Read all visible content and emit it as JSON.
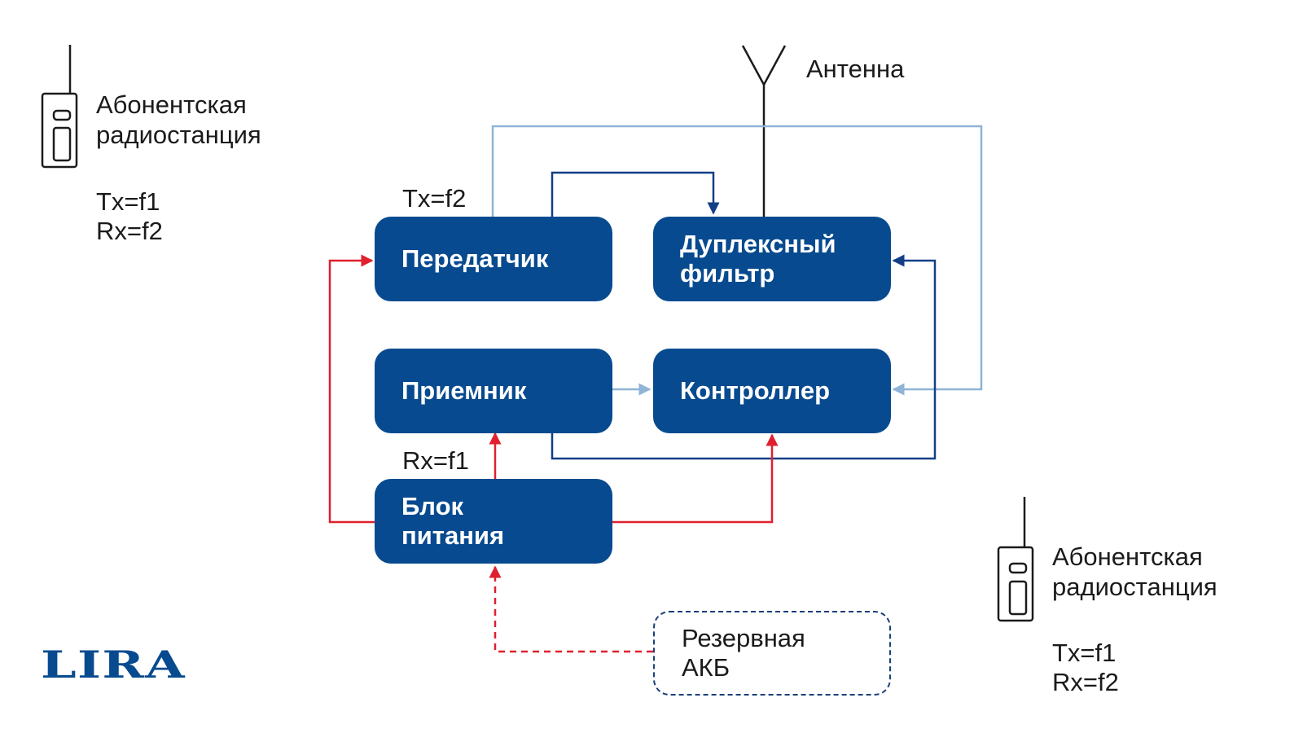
{
  "diagram": {
    "antenna_label": "Антенна",
    "station_left": {
      "title_line1": "Абонентская",
      "title_line2": "радиостанция",
      "tx": "Tx=f1",
      "rx": "Rx=f2"
    },
    "station_right": {
      "title_line1": "Абонентская",
      "title_line2": "радиостанция",
      "tx": "Tx=f1",
      "rx": "Rx=f2"
    },
    "blocks": {
      "transmitter": "Передатчик",
      "duplex_line1": "Дуплексный",
      "duplex_line2": "фильтр",
      "receiver": "Приемник",
      "controller": "Контроллер",
      "power_line1": "Блок",
      "power_line2": "питания",
      "battery_line1": "Резервная",
      "battery_line2": "АКБ"
    },
    "freq_tx": "Tx=f2",
    "freq_rx": "Rx=f1",
    "logo": "LIRA",
    "colors": {
      "block_fill": "#074a8f",
      "dark_line": "#123f86",
      "light_line": "#8fb4d6",
      "power_line": "#e0202e",
      "text": "#1b1b1b"
    }
  }
}
